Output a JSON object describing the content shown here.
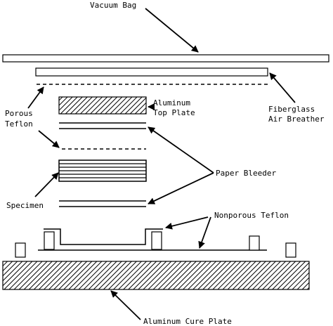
{
  "title": "",
  "labels": {
    "vacuum_bag": "Vacuum Bag",
    "porous_teflon_line1": "Porous",
    "porous_teflon_line2": "Teflon",
    "fiberglass_line1": "Fiberglass",
    "fiberglass_line2": "Air Breather",
    "aluminum_top_line1": "Aluminum",
    "aluminum_top_line2": "Top Plate",
    "paper_bleeder": "Paper Bleeder",
    "specimen": "Specimen",
    "nonporous_teflon": "Nonporous Teflon",
    "aluminum_cure_plate": "Aluminum Cure Plate"
  }
}
